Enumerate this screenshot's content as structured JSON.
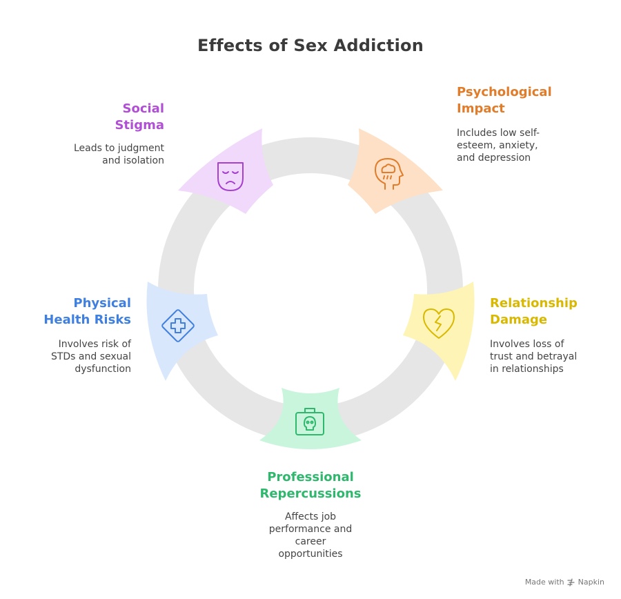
{
  "title": "Effects of Sex Addiction",
  "items": [
    {
      "key": "social",
      "label_lines": [
        "Social",
        "Stigma"
      ],
      "desc_lines": [
        "Leads to judgment",
        "and isolation"
      ],
      "color": "#b04fd6",
      "fill": "#f0d9fb",
      "icon": "sad-mask-icon"
    },
    {
      "key": "psych",
      "label_lines": [
        "Psychological",
        "Impact"
      ],
      "desc_lines": [
        "Includes low self-",
        "esteem, anxiety,",
        "and depression"
      ],
      "color": "#e07c2a",
      "fill": "#fde0c5",
      "icon": "head-storm-cloud-icon"
    },
    {
      "key": "relationship",
      "label_lines": [
        "Relationship",
        "Damage"
      ],
      "desc_lines": [
        "Involves loss of",
        "trust and betrayal",
        "in relationships"
      ],
      "color": "#d9b800",
      "fill": "#fdf4b6",
      "icon": "broken-heart-icon"
    },
    {
      "key": "professional",
      "label_lines": [
        "Professional",
        "Repercussions"
      ],
      "desc_lines": [
        "Affects job",
        "performance and",
        "career",
        "opportunities"
      ],
      "color": "#2fb86d",
      "fill": "#c9f5dd",
      "icon": "briefcase-skull-icon"
    },
    {
      "key": "physical",
      "label_lines": [
        "Physical",
        "Health Risks"
      ],
      "desc_lines": [
        "Involves risk of",
        "STDs and sexual",
        "dysfunction"
      ],
      "color": "#3f7fe0",
      "fill": "#d9e7fd",
      "icon": "medical-cross-icon"
    }
  ],
  "ring_color": "#e6e6e6",
  "footer": {
    "made_with": "Made with",
    "brand": "Napkin"
  }
}
